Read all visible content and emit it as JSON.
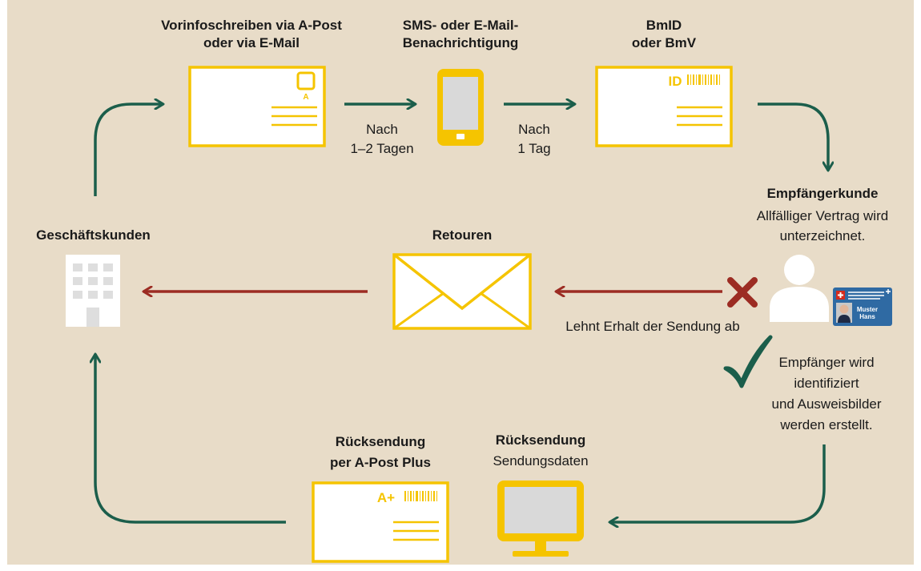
{
  "colors": {
    "background": "#e8dcc8",
    "yellow": "#f5c400",
    "green_arrow": "#1b5e4b",
    "red_arrow": "#9c2c23",
    "red_cross": "#9c2c23",
    "green_check": "#1b5e4b",
    "white": "#ffffff",
    "screen_grey": "#d9d9d9"
  },
  "steps": {
    "advance_notice": {
      "title": "Vorinfoschreiben via A-Post\noder via E-Mail",
      "stamp_letter": "A"
    },
    "notification": {
      "title": "SMS- oder E-Mail-\nBenachrichtigung"
    },
    "bmid": {
      "title": "BmID\noder BmV",
      "badge": "ID"
    },
    "recipient": {
      "title": "Empfängerkunde",
      "note": "Allfälliger Vertrag wird\nunterzeichnet."
    },
    "business": {
      "title": "Geschäftskunden"
    },
    "returns": {
      "title": "Retouren"
    },
    "return_mail": {
      "title": "Rücksendung\nper A-Post Plus",
      "badge": "A+"
    },
    "return_data": {
      "title": "Rücksendung",
      "subtitle": "Sendungsdaten"
    }
  },
  "transitions": {
    "after_advance": "Nach\n1–2 Tagen",
    "after_notification": "Nach\n1 Tag",
    "rejected": "Lehnt Erhalt der Sendung ab",
    "identified": "Empfänger wird\nidentifiziert\nund Ausweisbilder\nwerden erstellt."
  },
  "id_card": {
    "line1": "Muster",
    "line2": "Hans"
  },
  "icons": {
    "advance_notice": "letter-with-stamp-icon",
    "notification": "smartphone-icon",
    "bmid": "letter-with-id-barcode-icon",
    "recipient": "person-icon",
    "id_card": "swiss-id-card-icon",
    "business": "office-building-icon",
    "returns": "envelope-icon",
    "return_mail": "letter-a-plus-icon",
    "return_data": "computer-monitor-icon",
    "reject": "cross-icon",
    "accept": "checkmark-icon"
  }
}
